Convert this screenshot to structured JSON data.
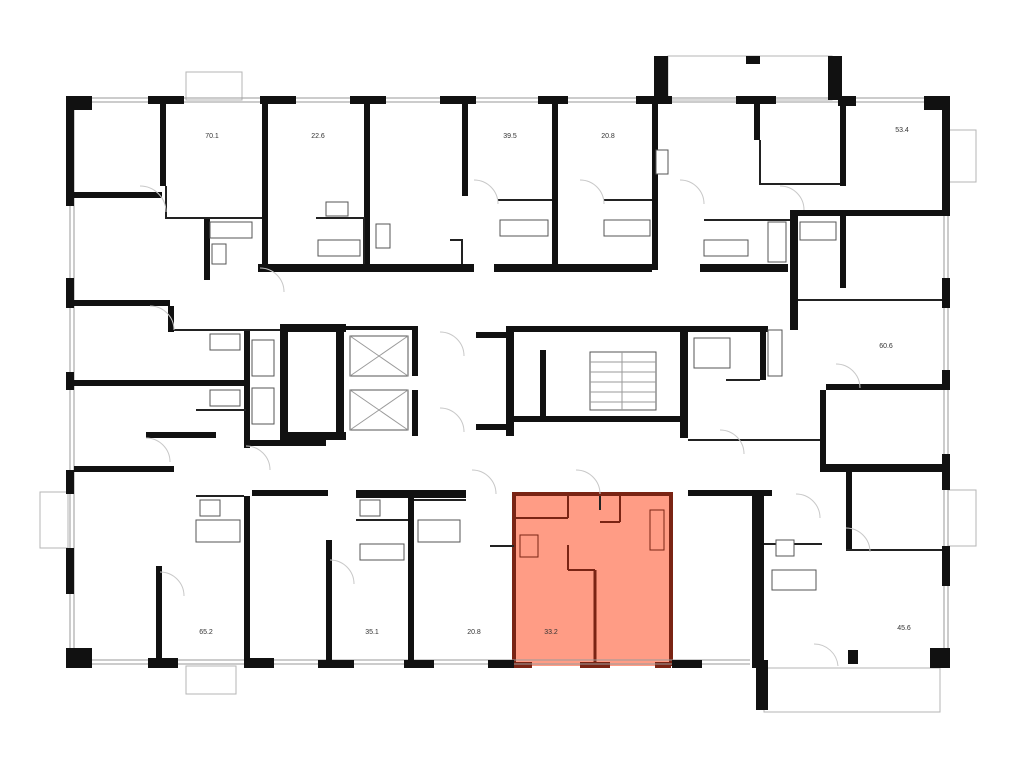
{
  "plan": {
    "highlight_color": "#ff9c85",
    "highlight_outline_color": "#7a2414",
    "wall_color": "#111111",
    "apartments": [
      {
        "id": "apt-70-1",
        "area": "70.1"
      },
      {
        "id": "apt-22-6",
        "area": "22.6"
      },
      {
        "id": "apt-39-5",
        "area": "39.5"
      },
      {
        "id": "apt-20-8-top",
        "area": "20.8"
      },
      {
        "id": "apt-53-4",
        "area": "53.4"
      },
      {
        "id": "apt-60-6",
        "area": "60.6"
      },
      {
        "id": "apt-65-2",
        "area": "65.2"
      },
      {
        "id": "apt-35-1",
        "area": "35.1"
      },
      {
        "id": "apt-20-8-bottom",
        "area": "20.8"
      },
      {
        "id": "apt-33-2",
        "area": "33.2",
        "selected": true
      },
      {
        "id": "apt-45-6",
        "area": "45.6"
      }
    ]
  }
}
